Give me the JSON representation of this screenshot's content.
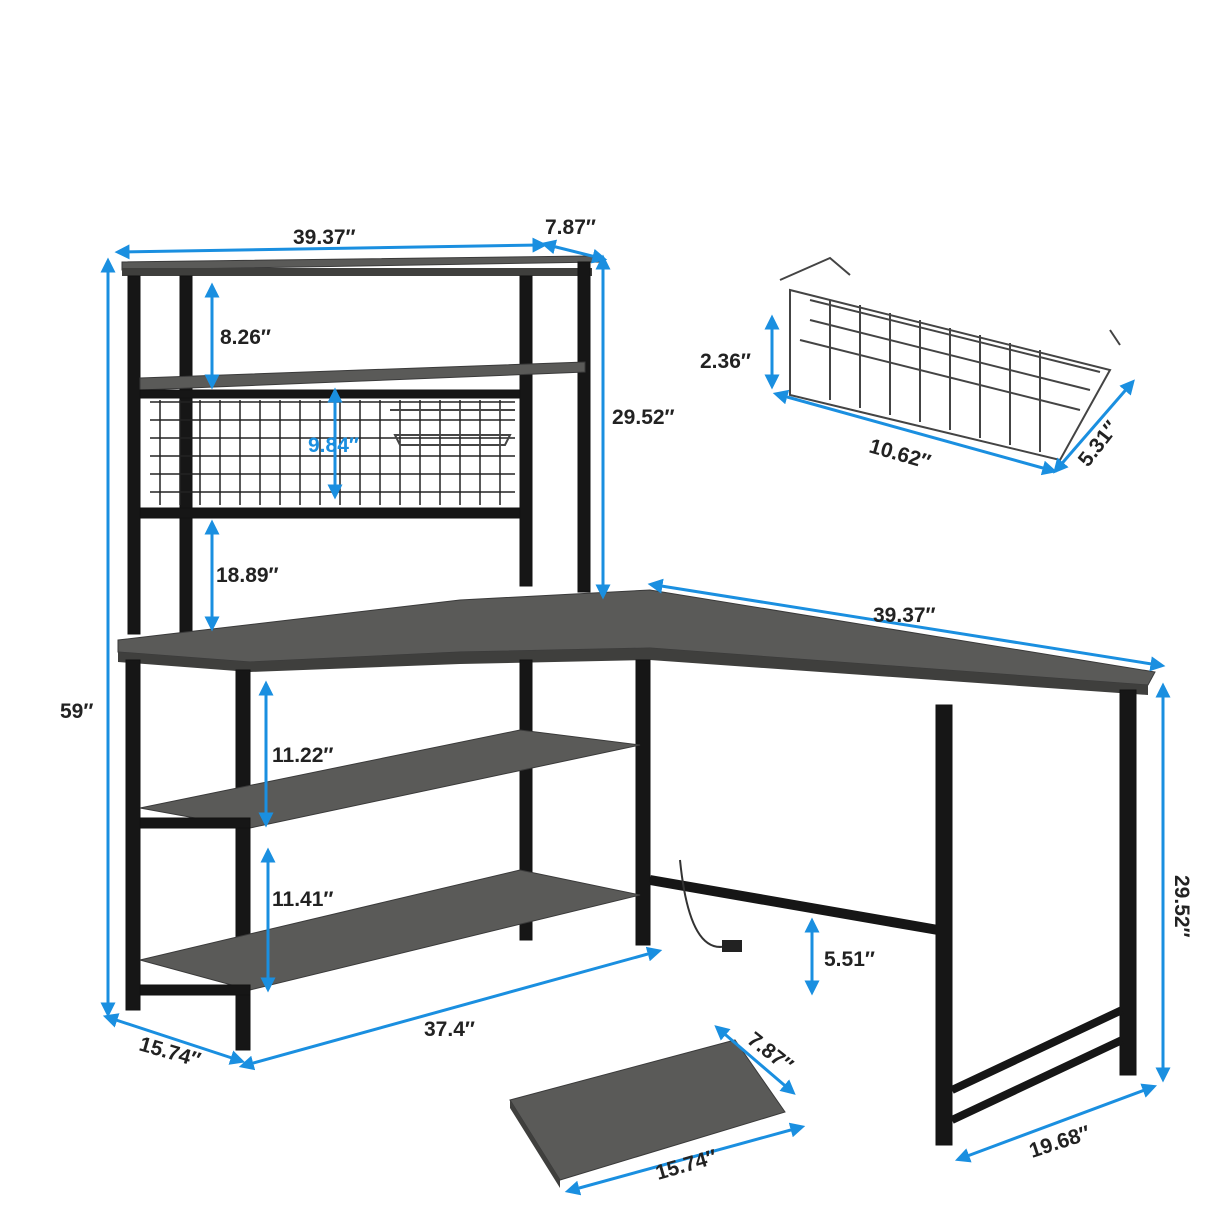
{
  "dimensions": {
    "hutch_width": "39.37″",
    "hutch_depth": "7.87″",
    "top_shelf_gap": "8.26″",
    "grid_panel_height": "9.84″",
    "hutch_height": "29.52″",
    "hutch_lower_gap": "18.89″",
    "total_height": "59″",
    "shelf_gap_upper": "11.22″",
    "shelf_gap_lower": "11.41″",
    "side_length": "37.4″",
    "side_depth": "15.74″",
    "desk_length": "39.37″",
    "desk_height": "29.52″",
    "floor_clearance": "5.51″",
    "desk_depth": "19.68″",
    "loose_shelf_depth": "7.87″",
    "loose_shelf_length": "15.74″",
    "basket_height": "2.36″",
    "basket_length": "10.62″",
    "basket_depth": "5.31″"
  },
  "colors": {
    "dimension_line": "#1a8fe0",
    "wood": "#5a5a58",
    "frame": "#161616"
  }
}
